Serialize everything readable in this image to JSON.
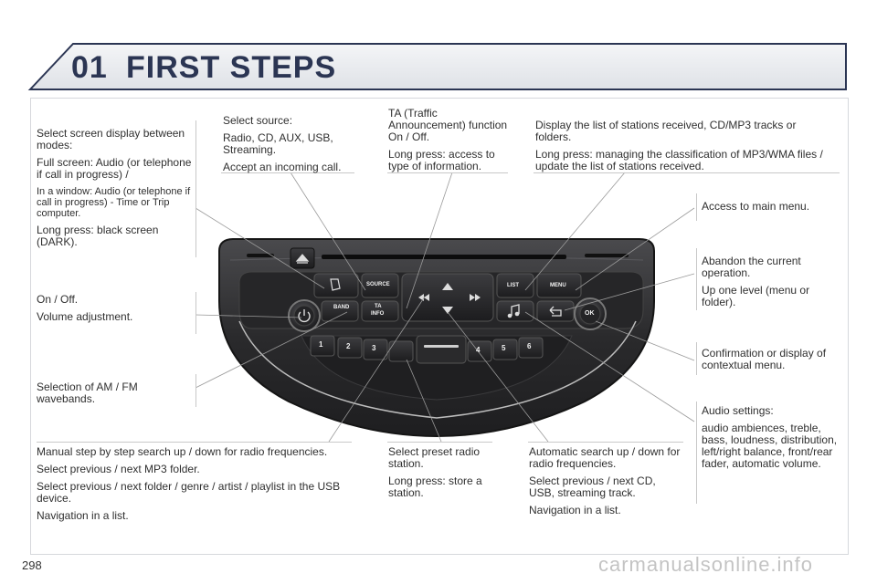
{
  "header": {
    "chapter_number": "01",
    "chapter_title": "FIRST STEPS"
  },
  "page_number": "298",
  "watermark": "carmanualsonline.info",
  "callouts": {
    "screen_display": {
      "p1": "Select screen display between modes:",
      "p2": "Full screen: Audio (or telephone if call in progress) /",
      "p3": "In a window: Audio (or telephone if call in progress) - Time or Trip computer.",
      "p4": "Long press: black screen (DARK)."
    },
    "source": {
      "p1": "Select source:",
      "p2": "Radio, CD, AUX, USB, Streaming.",
      "p3": "Accept an incoming call."
    },
    "ta": {
      "p1": "TA (Traffic Announcement) function On / Off.",
      "p2": "Long press: access to type of information."
    },
    "list": {
      "p1": "Display the list of stations received, CD/MP3 tracks or folders.",
      "p2": "Long press: managing the classification of MP3/WMA files / update the list of stations received."
    },
    "menu": {
      "p1": "Access to main menu."
    },
    "back": {
      "p1": "Abandon the current operation.",
      "p2": "Up one level (menu or folder)."
    },
    "power": {
      "p1": "On / Off.",
      "p2": "Volume adjustment."
    },
    "band": {
      "p1": "Selection of AM / FM wavebands."
    },
    "ok": {
      "p1": "Confirmation or display of contextual menu."
    },
    "audio": {
      "p1": "Audio settings:",
      "p2": "audio ambiences, treble, bass, loudness, distribution, left/right balance, front/rear fader, automatic volume."
    },
    "manual_search": {
      "p1": "Manual step by step search up / down for radio frequencies.",
      "p2": "Select previous / next MP3 folder.",
      "p3": "Select previous / next folder / genre / artist / playlist in the USB device.",
      "p4": "Navigation in a list."
    },
    "preset": {
      "p1": "Select preset radio station.",
      "p2": "Long press: store a station."
    },
    "auto_search": {
      "p1": "Automatic search up / down for radio frequencies.",
      "p2": "Select previous / next CD, USB, streaming track.",
      "p3": "Navigation in a list."
    }
  },
  "radio": {
    "source_label": "SOURCE",
    "band_label": "BAND",
    "ta_label": "TA",
    "info_label": "INFO",
    "list_label": "LIST",
    "menu_label": "MENU",
    "ok_label": "OK",
    "presets": [
      "1",
      "2",
      "3",
      "4",
      "5",
      "6"
    ]
  },
  "colors": {
    "title": "#2b3553",
    "panel": "#2c2c2e",
    "line": "#c8c8c8"
  }
}
